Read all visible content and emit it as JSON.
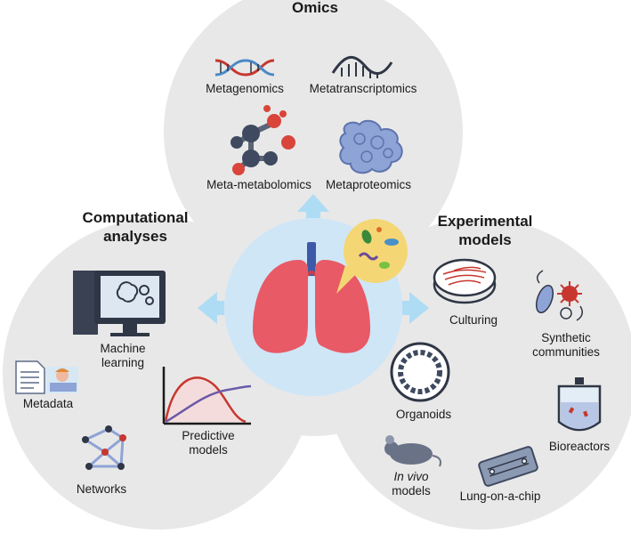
{
  "sections": {
    "omics": {
      "title": "Omics",
      "items": [
        "Metagenomics",
        "Metatranscriptomics",
        "Meta-metabolomics",
        "Metaproteomics"
      ]
    },
    "computational": {
      "title_line1": "Computational",
      "title_line2": "analyses",
      "items": {
        "ml_line1": "Machine",
        "ml_line2": "learning",
        "metadata": "Metadata",
        "networks": "Networks",
        "pred_line1": "Predictive",
        "pred_line2": "models"
      }
    },
    "experimental": {
      "title_line1": "Experimental",
      "title_line2": "models",
      "items": {
        "culturing": "Culturing",
        "synth_line1": "Synthetic",
        "synth_line2": "communities",
        "organoids": "Organoids",
        "bioreactors": "Bioreactors",
        "invivo_line1": "In vivo",
        "invivo_line2": "models",
        "lung_chip": "Lung-on-a-chip"
      }
    }
  },
  "colors": {
    "lobe_fill": "#e8e8e8",
    "center_fill": "#cfe6f7",
    "arrow": "#aedcf5",
    "lung": "#e85a66",
    "lung_dark": "#c93f4c",
    "trachea": "#3d5aa8",
    "bubble": "#f4d774",
    "dark_icon": "#2f3645",
    "accent_red": "#c7372f",
    "accent_blue": "#8ea3d6"
  },
  "icons": [
    "dna-icon",
    "rna-icon",
    "metabolite-icon",
    "protein-icon",
    "computer-icon",
    "document-icon",
    "patient-icon",
    "network-icon",
    "curve-plot-icon",
    "petri-dish-icon",
    "microbe-community-icon",
    "organoid-icon",
    "bioreactor-icon",
    "mouse-icon",
    "chip-icon",
    "lungs-icon",
    "microbes-bubble-icon"
  ]
}
